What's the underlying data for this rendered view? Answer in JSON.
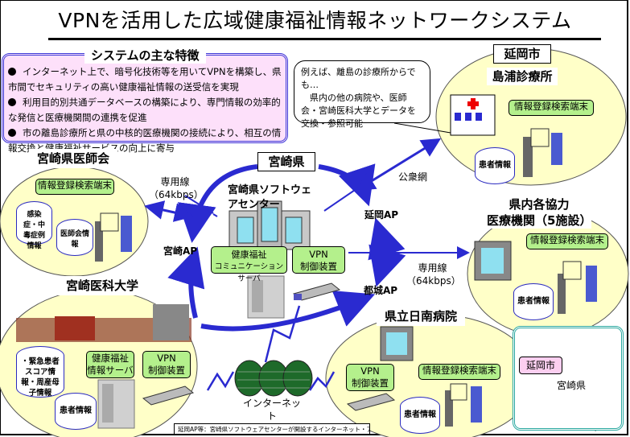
{
  "title": "VPNを活用した広域健康福祉情報ネットワークシステム",
  "features": {
    "heading": "システムの主な特徴",
    "items": [
      "インターネット上で、暗号化技術等を用いてVPNを構築し、県市間でセキュリティの高い健康福祉情報の送受信を実現",
      "利用目的別共通データベースの構築により、専門情報の効率的な発信と医療機関間の連携を促進",
      "市の離島診療所と県の中核的医療機関の接続により、相互の情報交換と健康福祉サービスの向上に寄与"
    ]
  },
  "callout": {
    "line1": "例えば、離島の診療所からでも…",
    "line2": "県内の他の病院や、医師会・宮崎医科大学とデータを交換・参照可能"
  },
  "nodes": {
    "nobeoka": {
      "region_label": "延岡市",
      "name": "島浦診療所",
      "terminal": "情報登録検索端末",
      "db": "患者情報"
    },
    "ishikai": {
      "name": "宮崎県医師会",
      "terminal": "情報登録検索端末",
      "db1": "感染症・中毒症例情報",
      "db2": "医師会情報"
    },
    "center": {
      "region_label": "宮崎県",
      "name": "宮崎県ソフトウェアセンター",
      "server": "健康福祉コミュニケーションサーバ",
      "server_l1": "健康福祉",
      "server_l2": "コミュニケーションサーバ",
      "vpn_l1": "VPN",
      "vpn_l2": "制御装置"
    },
    "kyoryoku": {
      "name_l1": "県内各協力",
      "name_l2": "医療機関（5施設）",
      "terminal": "情報登録検索端末",
      "db": "患者情報"
    },
    "idai": {
      "name": "宮崎医科大学",
      "server_l1": "健康福祉",
      "server_l2": "情報サーバ",
      "vpn_l1": "VPN",
      "vpn_l2": "制御装置",
      "db1": "・緊急患者スコア情報・周産母子情報",
      "db2": "患者情報"
    },
    "nichinan": {
      "name": "県立日南病院",
      "vpn_l1": "VPN",
      "vpn_l2": "制御装置",
      "terminal": "情報登録検索端末",
      "db": "患者情報"
    }
  },
  "access_points": {
    "miyazaki": "宮崎AP",
    "nobeoka": "延岡AP",
    "miyakonojo": "都城AP"
  },
  "links": {
    "leased_left_l1": "専用線",
    "leased_left_l2": "（64kbps）",
    "public": "公衆網",
    "leased_right_l1": "専用線",
    "leased_right_l2": "（64kbps）",
    "internet": "インターネット"
  },
  "map": {
    "city": "延岡市",
    "prefecture": "宮崎県"
  },
  "footnote": "延岡AP等：宮崎県ソフトウェアセンターが開設するインターネット・アクセスポイント",
  "colors": {
    "ring": "#2a2ad0",
    "circle_fill": "#ffffc8",
    "green_box": "#b4f08c",
    "feature_bg": "#fde0fa",
    "map_land": "#66f08c"
  }
}
